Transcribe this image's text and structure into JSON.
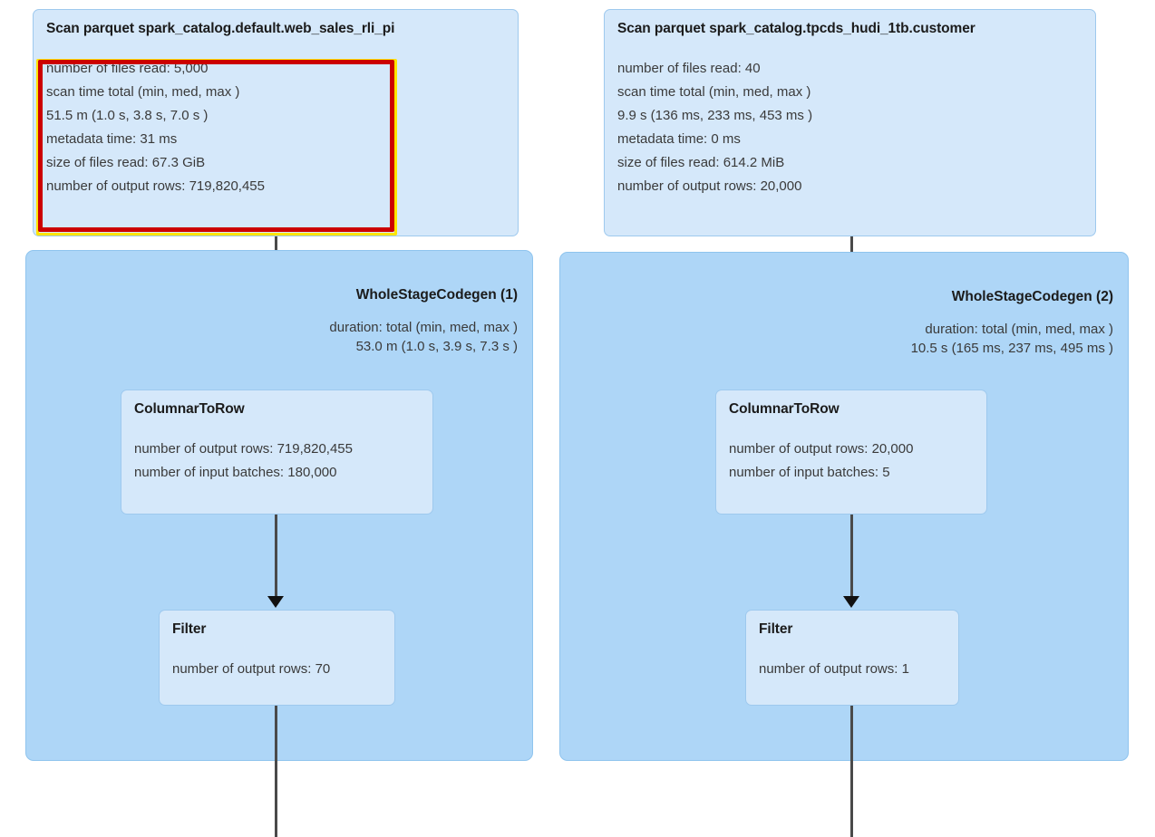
{
  "diagram": {
    "type": "spark-sql-execution-plan",
    "colors": {
      "node_fill": "#d5e8fa",
      "node_border": "#9ec9ee",
      "stage_fill": "#aed6f7",
      "stage_border": "#8fc4ee",
      "edge": "#4a4a4a",
      "highlight_red": "#cc0000",
      "highlight_yellow": "#ffe400"
    }
  },
  "left_branch": {
    "scan": {
      "title": "Scan parquet spark_catalog.default.web_sales_rli_pi",
      "metrics": [
        "number of files read: 5,000",
        "scan time total (min, med, max )",
        "51.5 m (1.0 s, 3.8 s, 7.0 s )",
        "metadata time: 31 ms",
        "size of files read: 67.3 GiB",
        "number of output rows: 719,820,455"
      ]
    },
    "stage": {
      "title": "WholeStageCodegen (1)",
      "duration_label": "duration: total (min, med, max )",
      "duration_value": "53.0 m (1.0 s, 3.9 s, 7.3 s )"
    },
    "columnar_to_row": {
      "title": "ColumnarToRow",
      "metrics": [
        "number of output rows: 719,820,455",
        "number of input batches: 180,000"
      ]
    },
    "filter": {
      "title": "Filter",
      "metrics": [
        "number of output rows: 70"
      ]
    }
  },
  "right_branch": {
    "scan": {
      "title": "Scan parquet spark_catalog.tpcds_hudi_1tb.customer",
      "metrics": [
        "number of files read: 40",
        "scan time total (min, med, max )",
        "9.9 s (136 ms, 233 ms, 453 ms )",
        "metadata time: 0 ms",
        "size of files read: 614.2 MiB",
        "number of output rows: 20,000"
      ]
    },
    "stage": {
      "title": "WholeStageCodegen (2)",
      "duration_label": "duration: total (min, med, max )",
      "duration_value": "10.5 s (165 ms, 237 ms, 495 ms )"
    },
    "columnar_to_row": {
      "title": "ColumnarToRow",
      "metrics": [
        "number of output rows: 20,000",
        "number of input batches: 5"
      ]
    },
    "filter": {
      "title": "Filter",
      "metrics": [
        "number of output rows: 1"
      ]
    }
  }
}
